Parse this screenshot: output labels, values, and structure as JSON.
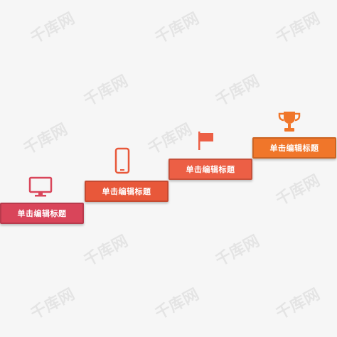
{
  "watermark": "千库网",
  "steps": [
    {
      "label": "单击编辑标题",
      "color": "#d9455a",
      "icon": "monitor-icon"
    },
    {
      "label": "单击编辑标题",
      "color": "#e8583a",
      "icon": "smartphone-icon"
    },
    {
      "label": "单击编辑标题",
      "color": "#ec5f45",
      "icon": "flag-icon"
    },
    {
      "label": "单击编辑标题",
      "color": "#f0762a",
      "icon": "trophy-icon"
    }
  ]
}
